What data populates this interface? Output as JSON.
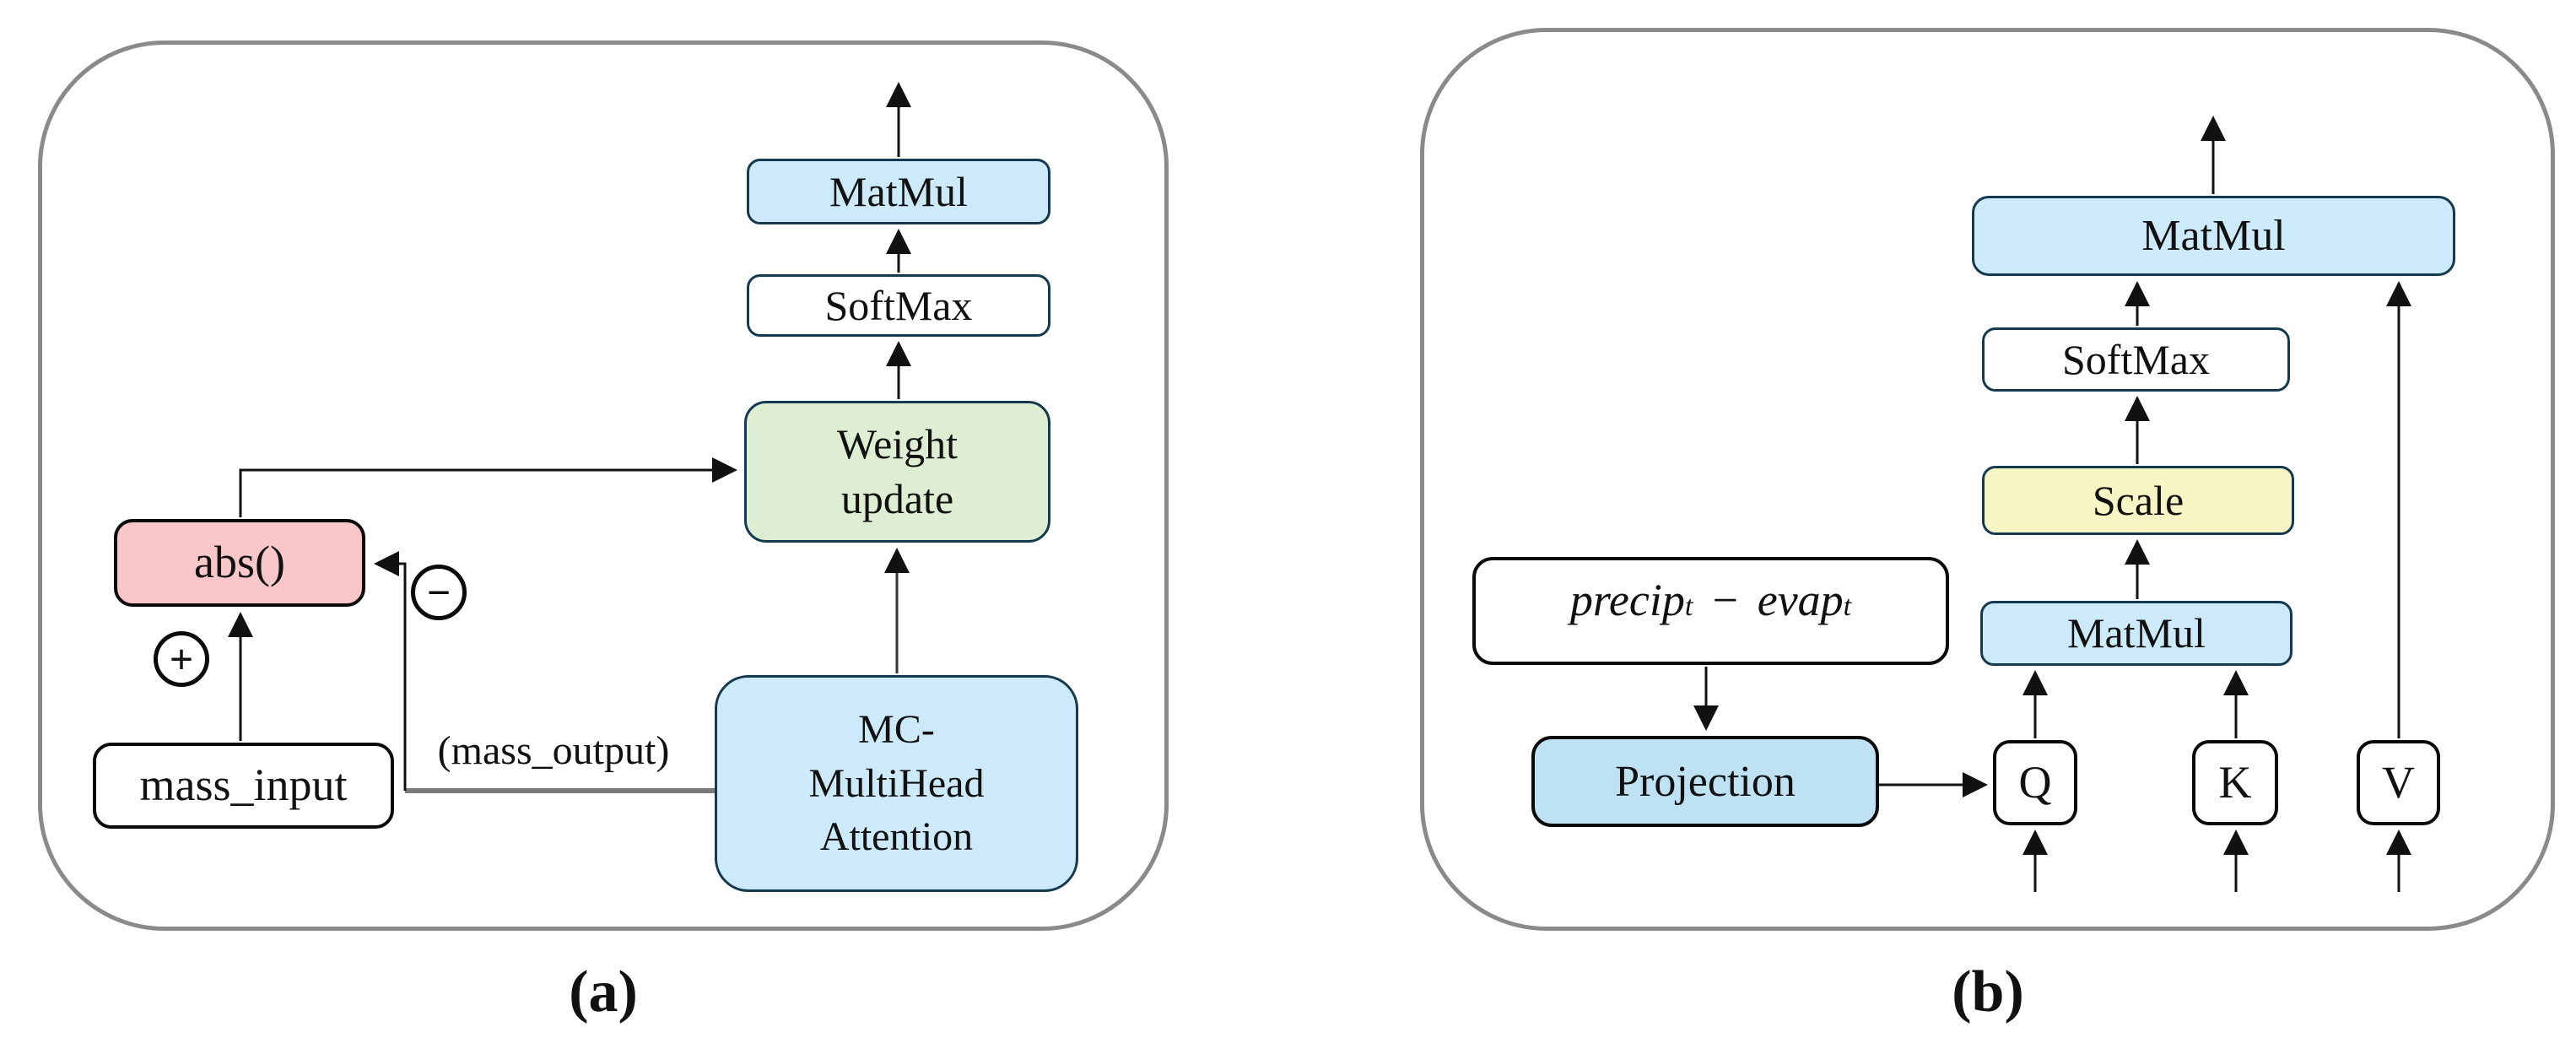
{
  "panel_a": {
    "caption": "(a)",
    "matmul": "MatMul",
    "softmax": "SoftMax",
    "weight_update": {
      "line1": "Weight",
      "line2": "update"
    },
    "abs": "abs()",
    "mass_input": "mass_input",
    "mc_attention": {
      "line1": "MC-",
      "line2": "MultiHead",
      "line3": "Attention"
    },
    "mass_output_label": "(mass_output)",
    "plus_symbol": "+",
    "minus_symbol": "−"
  },
  "panel_b": {
    "caption": "(b)",
    "matmul_output": "MatMul",
    "softmax": "SoftMax",
    "scale": "Scale",
    "matmul_qk": "MatMul",
    "projection": "Projection",
    "q": "Q",
    "k": "K",
    "v": "V",
    "input_formula": {
      "term1": "precip",
      "sub1": "t",
      "operator": "−",
      "term2": "evap",
      "sub2": "t"
    }
  },
  "colors": {
    "box_blue": "#cdeafa",
    "box_blue_deep": "#bfe1f4",
    "box_green": "#ddeed3",
    "box_pink": "#f9c7c7",
    "box_yellow": "#f8f5c4",
    "box_white": "#ffffff",
    "box_border_dark": "#15394e",
    "container_border": "#8a8a8a",
    "arrow": "#111111",
    "mass_output_line": "#7a7a7a"
  }
}
